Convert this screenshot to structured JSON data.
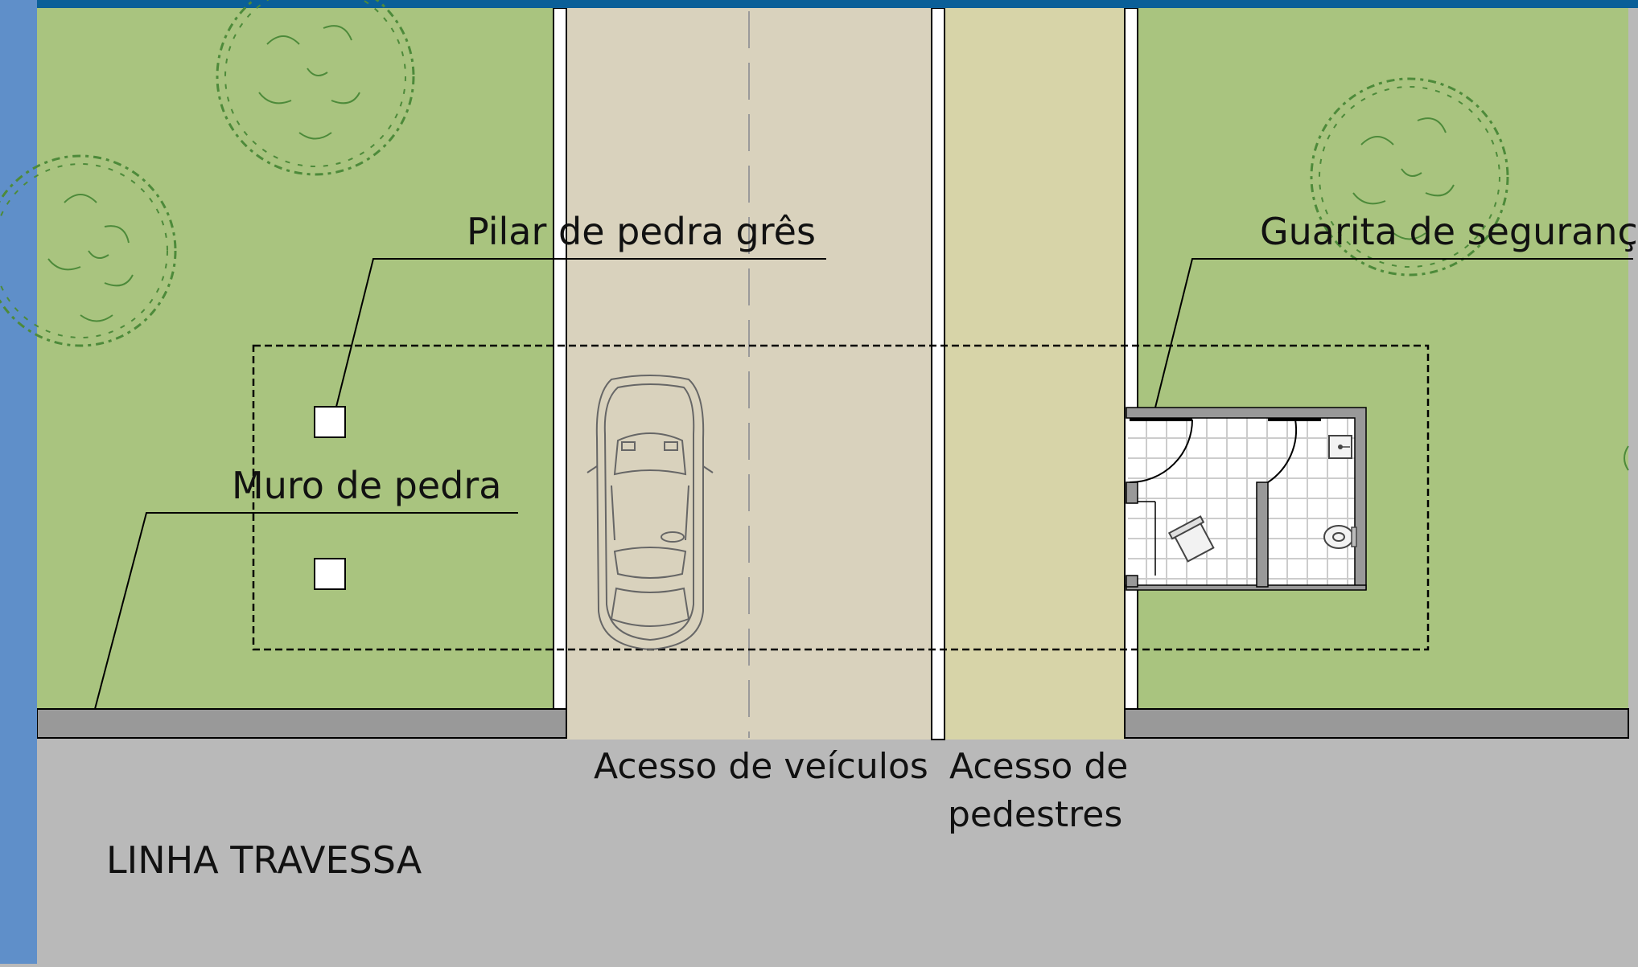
{
  "drawing": {
    "labels": {
      "stone_pillar": "Pilar de pedra grês",
      "security_booth": "Guarita de segurança",
      "stone_wall": "Muro de pedra",
      "vehicle_access": "Acesso de veículos",
      "pedestrian_access_line1": "Acesso de",
      "pedestrian_access_line2": "pedestres",
      "street_name": "LINHA TRAVESSA"
    },
    "colors": {
      "lawn": "#a9c47f",
      "vehicle_lane": "#d9d2bd",
      "pedestrian_lane": "#d7d4a8",
      "street": "#b9b9b9",
      "wall": "#999999",
      "tree_outline": "#4d8a3a",
      "top_bar": "#0a5f98",
      "side_bar": "#5f8fc9"
    },
    "icons": [
      "tree-icon",
      "car-icon",
      "security-booth-plan",
      "office-chair-icon",
      "toilet-icon",
      "sink-icon"
    ]
  }
}
